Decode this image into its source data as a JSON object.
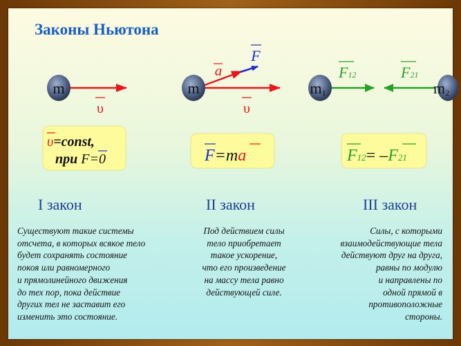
{
  "title": "Законы Ньютона",
  "diagrams": {
    "mass": "m",
    "velocity": "υ",
    "acceleration": "a",
    "force": "F",
    "mass1": "m",
    "mass2": "m",
    "sub1": "1",
    "sub2": "2",
    "f12": "F",
    "f12_sub": "12",
    "f21": "F",
    "f21_sub": "21"
  },
  "formulas": {
    "first_line1_v": "υ",
    "first_line1_rest": "=const,",
    "first_line2_pre": "при ",
    "first_line2_F": "F",
    "first_line2_rest": "=0",
    "second_F": "F",
    "second_eq": "=m",
    "second_a": "a",
    "third_F": "F",
    "third_sub1": "12",
    "third_eq": "= –",
    "third_F2": "F",
    "third_sub2": "21"
  },
  "laws": [
    {
      "heading": "I закон",
      "lines": [
        "Существуют такие системы",
        "отсчета, в которых всякое тело",
        "будет сохранять состояние",
        "покоя или равномерного",
        "и прямолинейного движения",
        "до тех пор, пока действие",
        "других тел не заставит его",
        "изменить это состояние."
      ]
    },
    {
      "heading": "II закон",
      "lines": [
        "Под действием силы",
        "тело приобретает",
        "такое ускорение,",
        "что его произведение",
        "на массу тела равно",
        "действующей силе."
      ]
    },
    {
      "heading": "III закон",
      "lines": [
        "Силы, с которыми",
        "взаимодействующие тела",
        "действуют друг на друга,",
        "равны по модулю",
        "и направлены по",
        "одной прямой в",
        "противоположные",
        "стороны."
      ]
    }
  ],
  "colors": {
    "title": "#1a5ec4",
    "red": "#e8161b",
    "blue": "#1a2fd0",
    "green": "#2aa02a",
    "box": "#fdfb9c"
  }
}
